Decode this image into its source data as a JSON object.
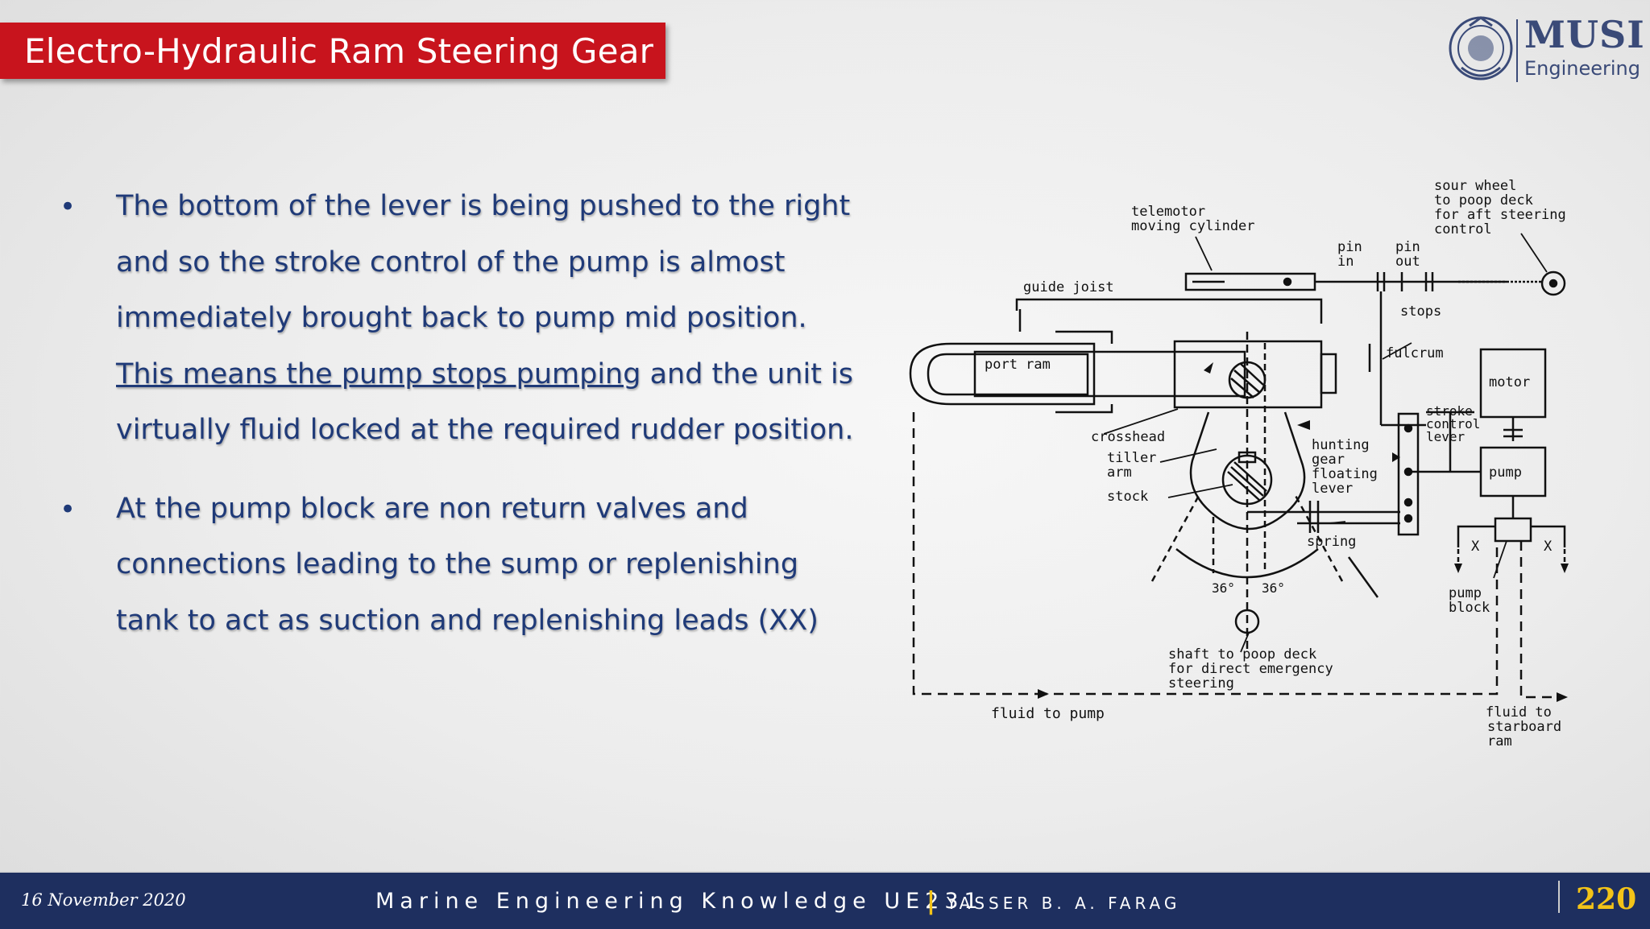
{
  "header": {
    "title": "Electro-Hydraulic Ram Steering Gear"
  },
  "logo": {
    "name": "MUSI",
    "subtitle": "Engineering"
  },
  "bullets": [
    {
      "pre": "The bottom of the lever is being pushed to the right and so the stroke control of the pump is almost immediately brought back to pump mid position. ",
      "underlined": "This means the pump stops pumping",
      "post": " and the unit is virtually fluid locked at the required rudder position."
    },
    {
      "pre": "At the pump block are non return valves and connections leading to the sump or replenishing tank to act as suction and replenishing leads (XX)",
      "underlined": "",
      "post": ""
    }
  ],
  "diagram": {
    "labels": {
      "telemotor": [
        "telemotor",
        "moving cylinder"
      ],
      "sour_wheel": [
        "sour wheel",
        "to poop deck",
        "for aft steering",
        "control"
      ],
      "pin_in": [
        "pin",
        "in"
      ],
      "pin_out": [
        "pin",
        "out"
      ],
      "guide_joist": "guide joist",
      "stops": "stops",
      "fulcrum": "fulcrum",
      "port_ram": "port ram",
      "motor": "motor",
      "stroke_control": [
        "stroke",
        "control",
        "lever"
      ],
      "crosshead": "crosshead",
      "tiller_arm": [
        "tiller",
        "arm"
      ],
      "hunting_gear": [
        "hunting",
        "gear",
        "floating",
        "lever"
      ],
      "pump": "pump",
      "stock": "stock",
      "spring": "spring",
      "x_left": "X",
      "x_right": "X",
      "angle_left": "36°",
      "angle_right": "36°",
      "pump_block": [
        "pump",
        "block"
      ],
      "shaft": [
        "shaft to poop deck",
        "for direct emergency",
        "steering"
      ],
      "fluid_to_pump": "fluid to pump",
      "fluid_to_starboard": [
        "fluid to",
        "starboard",
        "ram"
      ]
    }
  },
  "footer": {
    "date": "16 November 2020",
    "course": "Marine Engineering Knowledge UE231",
    "separator": "|",
    "author": "YASSER B. A. FARAG",
    "page": "220"
  }
}
